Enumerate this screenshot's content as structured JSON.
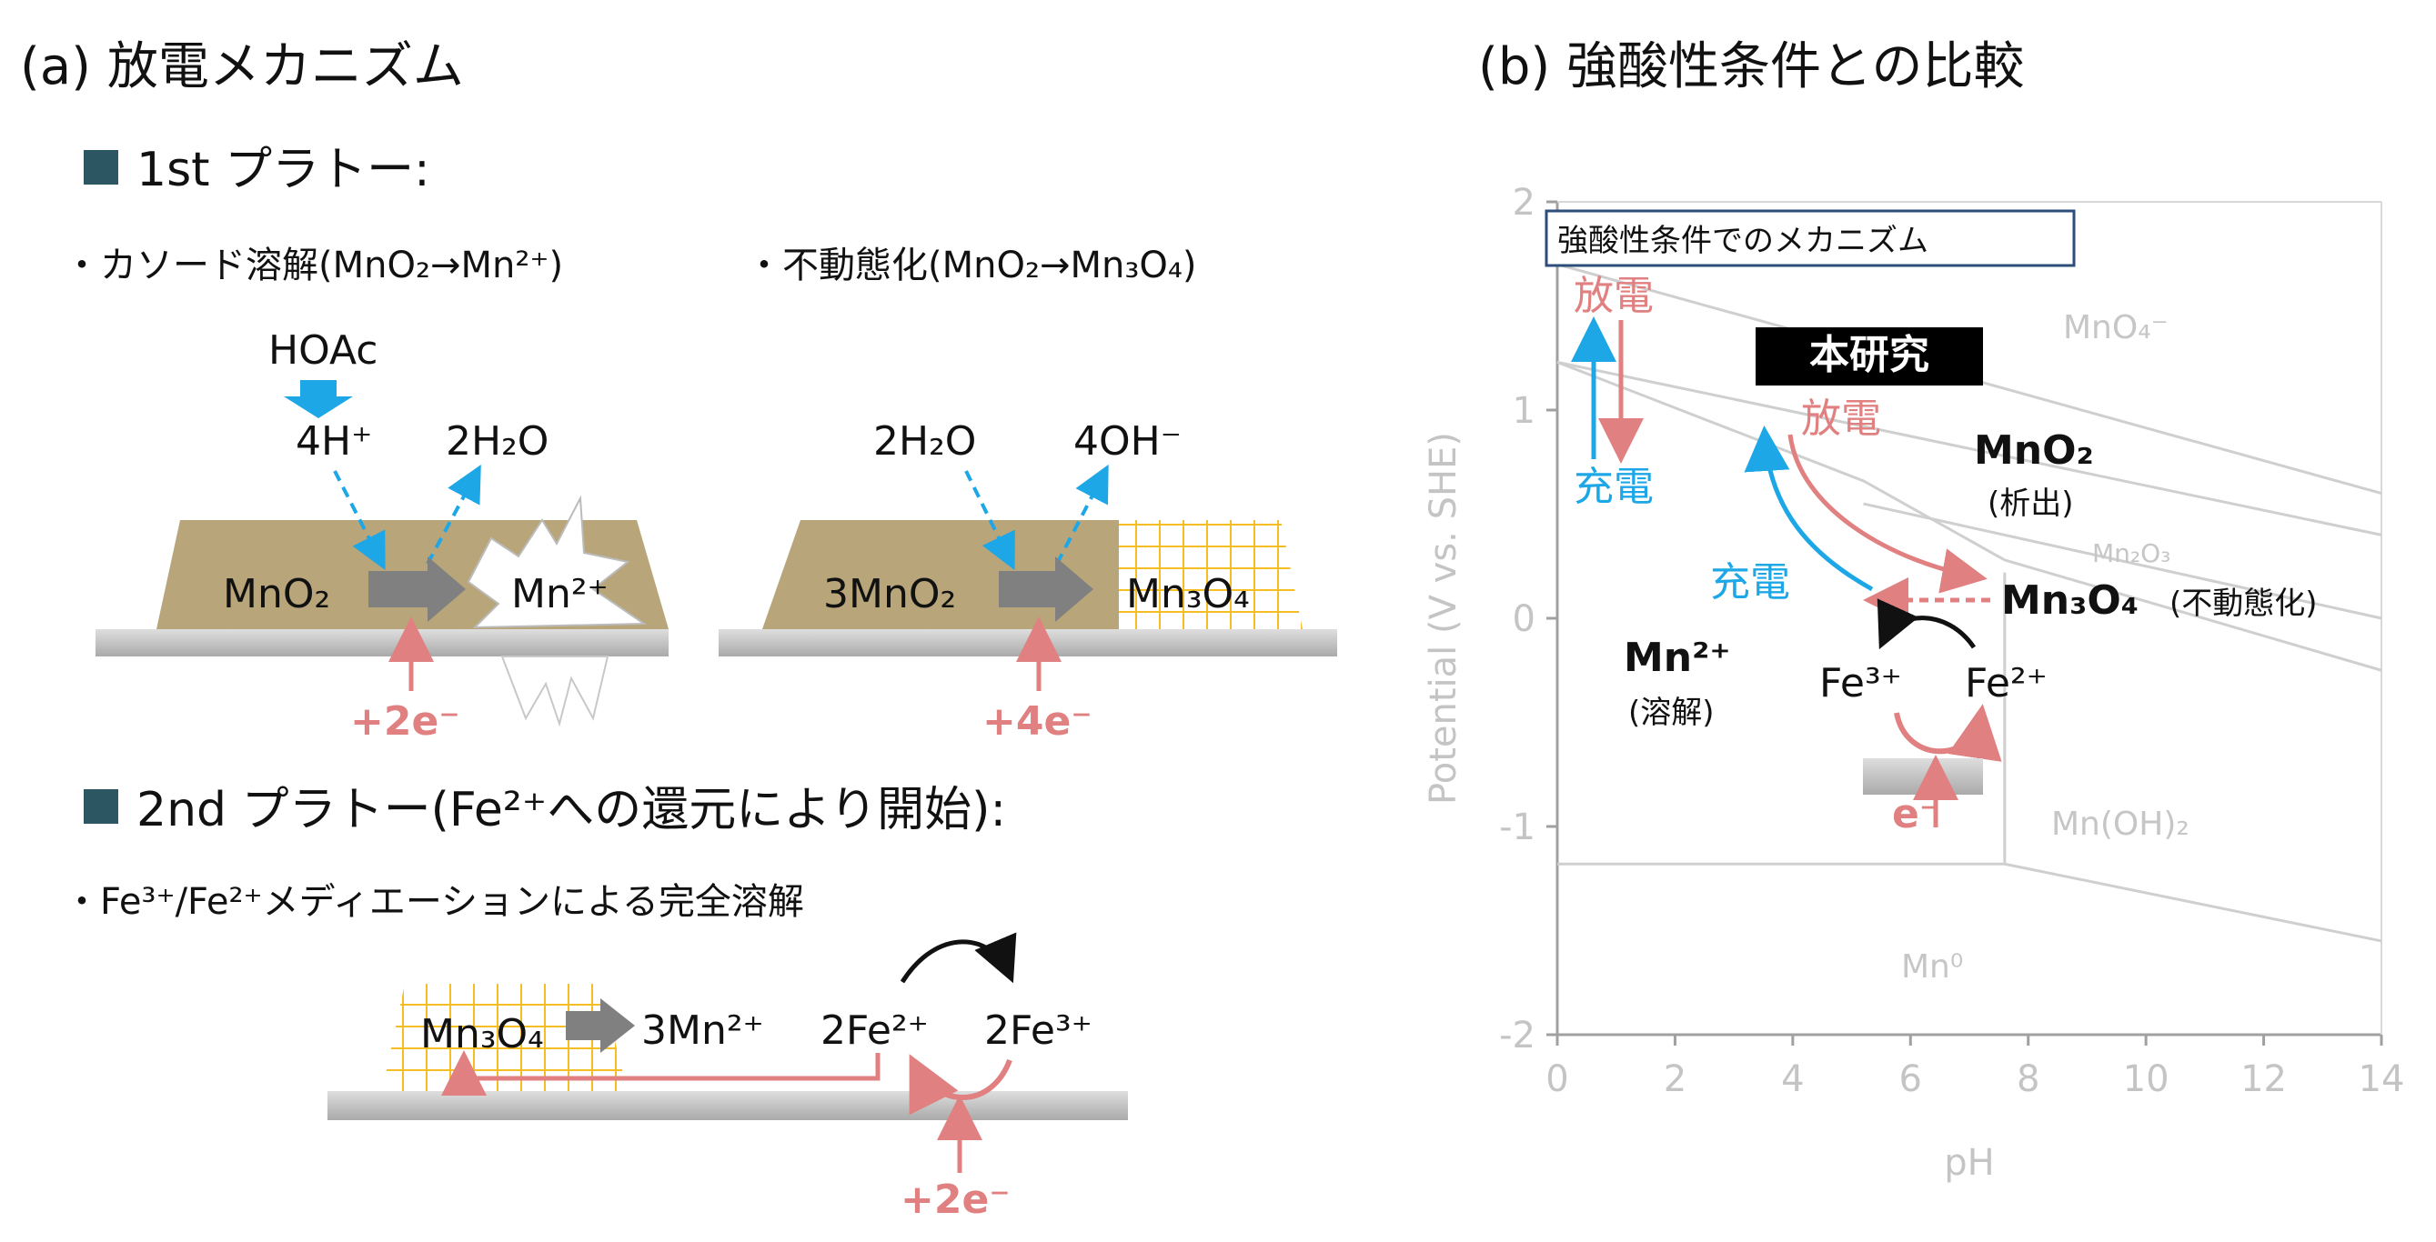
{
  "panel_a": {
    "title": "(a) 放電メカニズム",
    "plateau1": {
      "heading": "1st プラトー:",
      "case1_title": "・カソード溶解(MnO₂→Mn²⁺)",
      "case2_title": "・不動態化(MnO₂→Mn₃O₄)",
      "hoac": "HOAc",
      "h_plus": "4H⁺",
      "water_out": "2H₂O",
      "reactant1": "MnO₂",
      "product1": "Mn²⁺",
      "electrons1": "+2e⁻",
      "water_in": "2H₂O",
      "hydroxide": "4OH⁻",
      "reactant2": "3MnO₂",
      "product2": "Mn₃O₄",
      "electrons2": "+4e⁻"
    },
    "plateau2": {
      "heading": "2nd プラトー(Fe²⁺への還元により開始):",
      "subtitle": "・Fe³⁺/Fe²⁺メディエーションによる完全溶解",
      "reactant": "Mn₃O₄",
      "product": "3Mn²⁺",
      "fe2": "2Fe²⁺",
      "fe3": "2Fe³⁺",
      "electrons": "+2e⁻"
    }
  },
  "panel_b": {
    "title": "(b) 強酸性条件との比較",
    "legend_box": "強酸性条件でのメカニズム",
    "this_work": "本研究",
    "discharge": "放電",
    "charge": "充電",
    "discharge2": "放電",
    "charge2": "充電",
    "fe3": "Fe³⁺",
    "fe2": "Fe²⁺",
    "electron": "e⁻",
    "region_labels": {
      "mno4": "MnO₄⁻",
      "mno2": "MnO₂",
      "mno2_note": "(析出)",
      "mn2o3": "Mn₂O₃",
      "mn3o4": "Mn₃O₄",
      "mn3o4_note": "(不動態化)",
      "mn2": "Mn²⁺",
      "mn2_note": "(溶解)",
      "mnoh2": "Mn(OH)₂",
      "mn0": "Mn⁰"
    }
  },
  "chart_data": {
    "type": "diagram",
    "xlabel": "pH",
    "ylabel": "Potential (V vs. SHE)",
    "xlim": [
      0,
      14
    ],
    "ylim": [
      -2,
      2
    ],
    "xticks": [
      "0",
      "2",
      "4",
      "6",
      "8",
      "10",
      "12",
      "14"
    ],
    "yticks": [
      "2",
      "1",
      "0",
      "-1",
      "-2"
    ],
    "boundaries": [
      {
        "name": "MnO4-/MnO2",
        "x": [
          0,
          14
        ],
        "y": [
          1.7,
          0.6
        ]
      },
      {
        "name": "MnO2/Mn2+",
        "x": [
          0,
          5.2,
          7.6
        ],
        "y": [
          1.23,
          0.66,
          0.28
        ]
      },
      {
        "name": "water-line",
        "x": [
          0,
          14
        ],
        "y": [
          1.23,
          0.4
        ]
      },
      {
        "name": "MnO2/Mn2O3",
        "x": [
          5.2,
          14
        ],
        "y": [
          0.55,
          -0.0
        ]
      },
      {
        "name": "Mn2O3/Mn3O4",
        "x": [
          7.6,
          14
        ],
        "y": [
          0.28,
          -0.25
        ]
      },
      {
        "name": "Mn2+/Mn(OH)2",
        "x": [
          7.6,
          7.6
        ],
        "y": [
          0.22,
          -1.18
        ]
      },
      {
        "name": "Mn(OH)2/Mn",
        "x": [
          7.6,
          14
        ],
        "y": [
          -1.18,
          -1.55
        ]
      },
      {
        "name": "Mn2+/Mn",
        "x": [
          0,
          7.6
        ],
        "y": [
          -1.18,
          -1.18
        ]
      }
    ]
  }
}
